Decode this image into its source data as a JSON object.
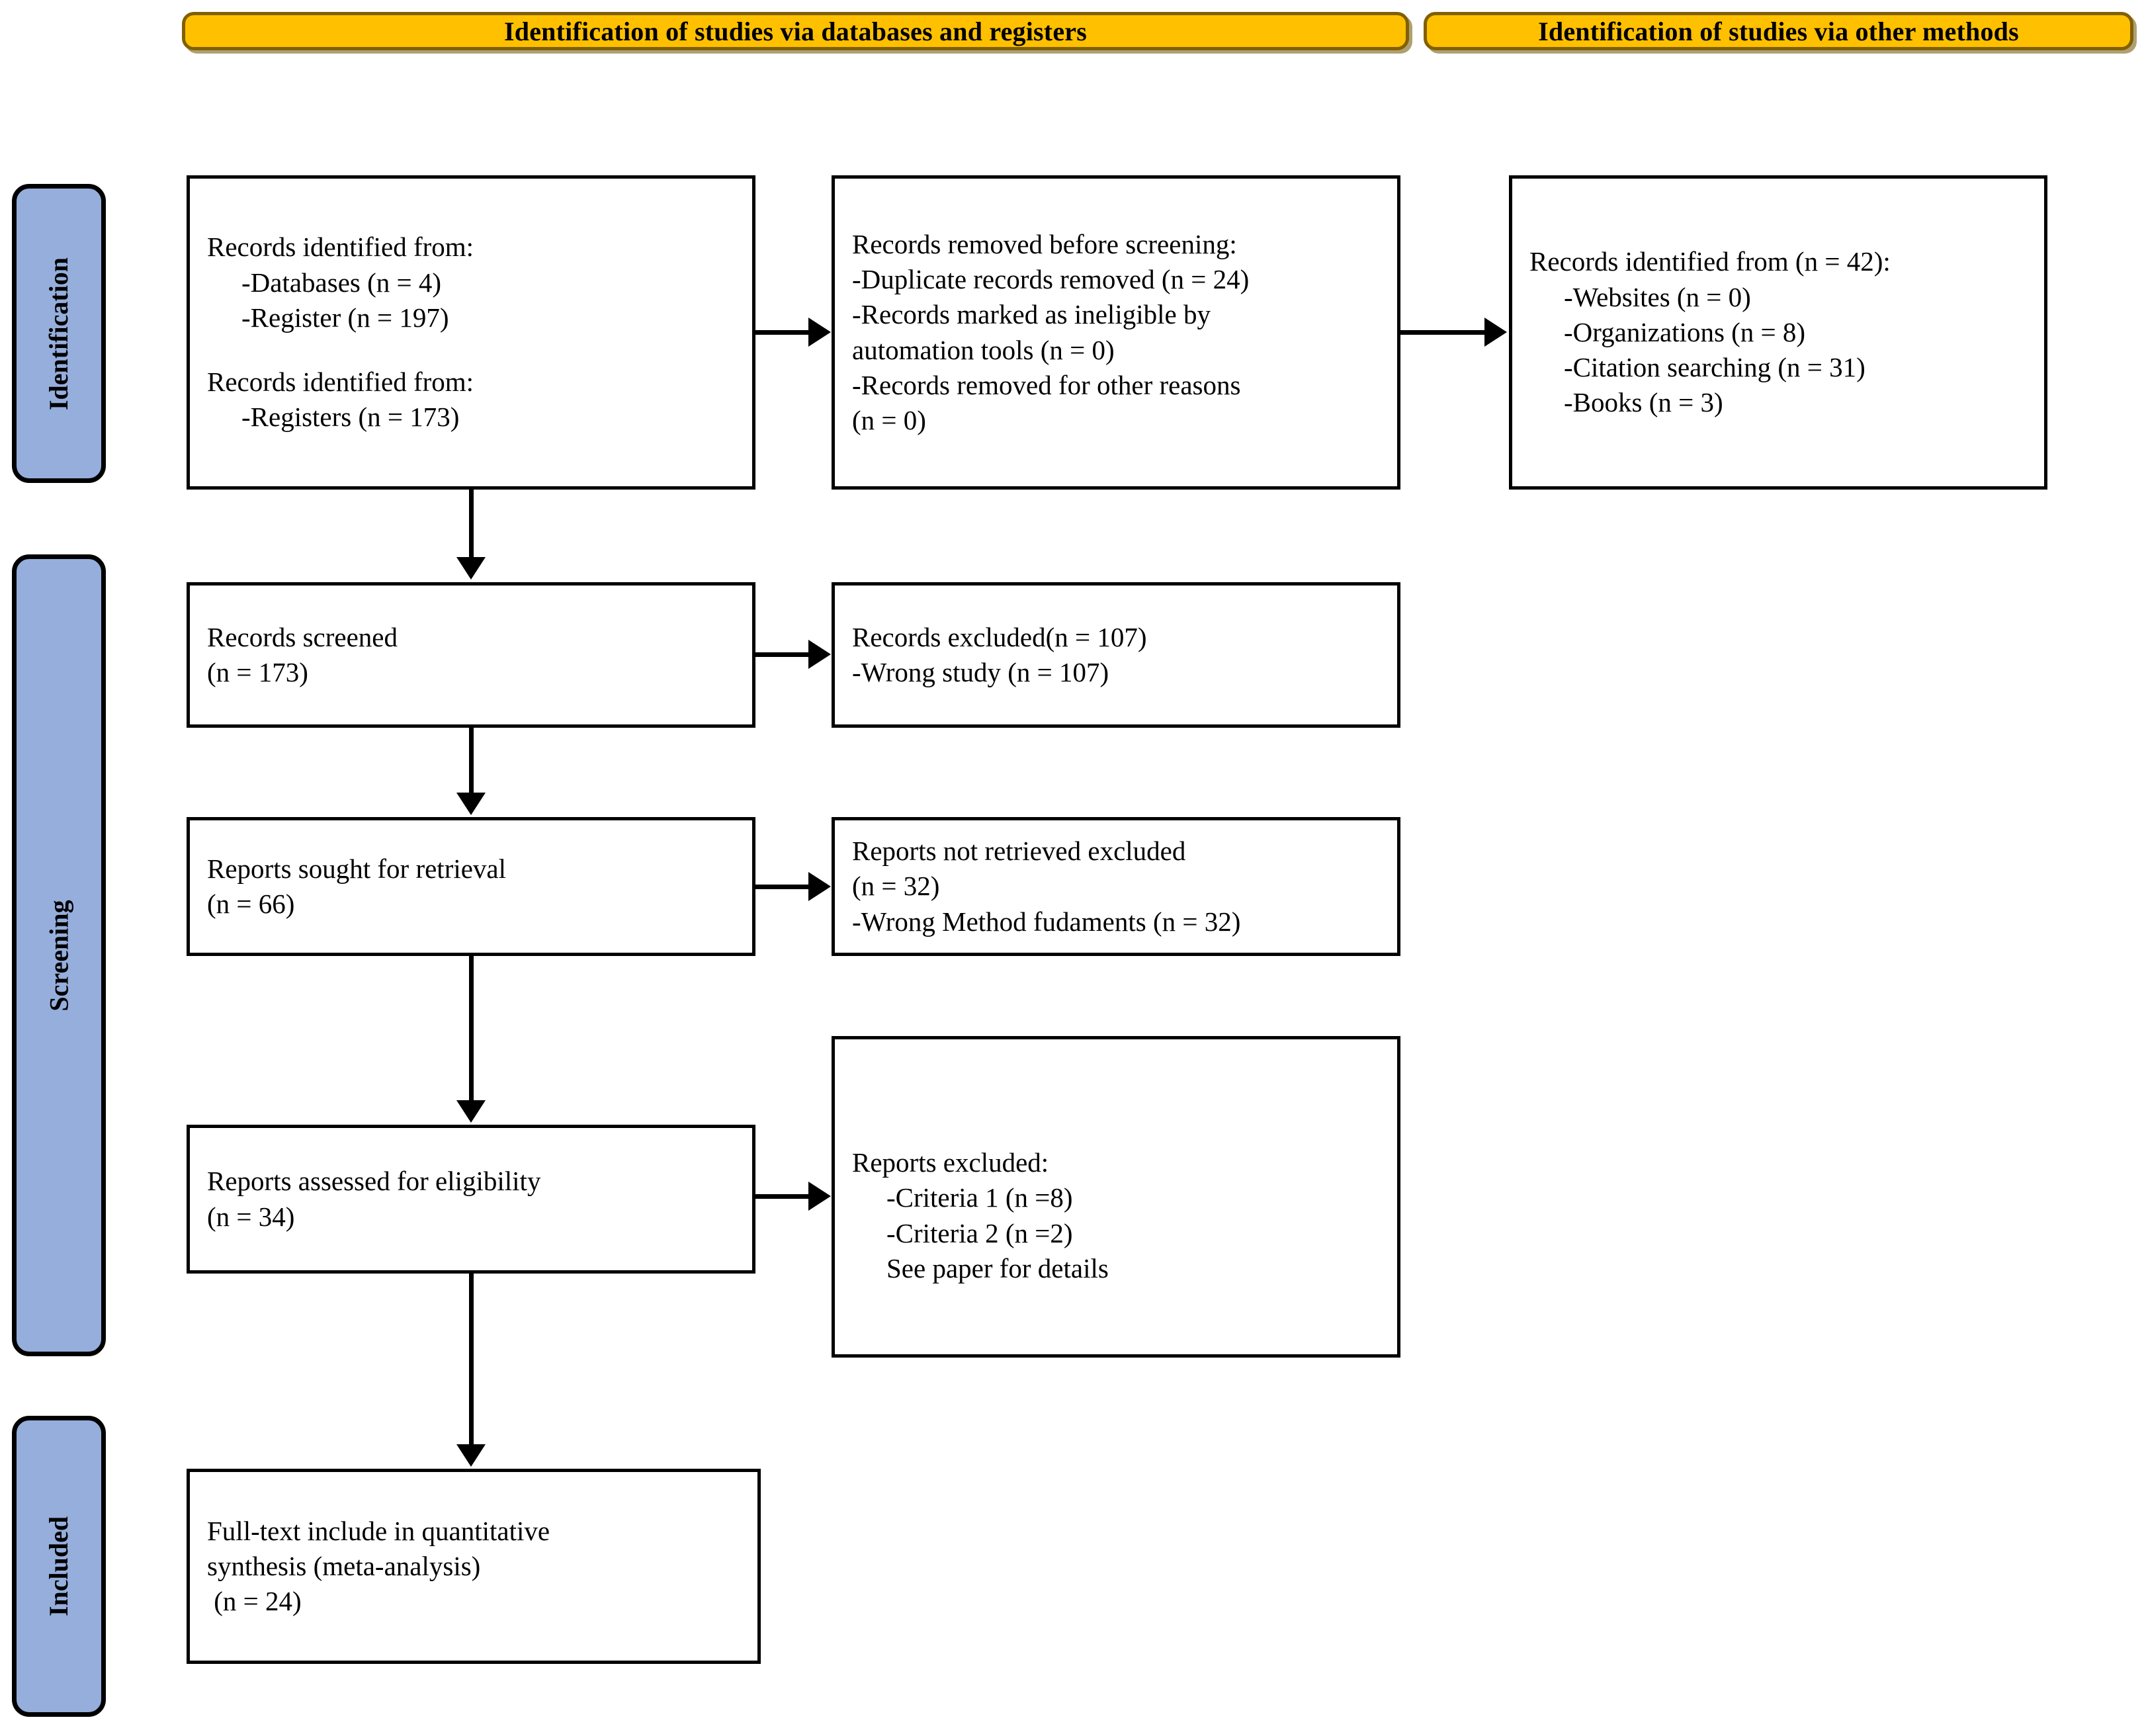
{
  "headers": [
    {
      "id": "databases-registers",
      "label": "Identification of studies via databases and registers"
    },
    {
      "id": "other-methods",
      "label": "Identification of studies via other methods"
    }
  ],
  "stages": [
    {
      "id": "identification",
      "label": "Identification"
    },
    {
      "id": "screening",
      "label": "Screening"
    },
    {
      "id": "included",
      "label": "Included"
    }
  ],
  "boxes": {
    "records_identified": {
      "lines": [
        "Records identified from:",
        "-Databases (n = 4)",
        "-Register (n = 197)",
        "Records identified from:",
        "-Registers (n = 173)"
      ]
    },
    "records_removed": {
      "l0a": "Records removed ",
      "l0b": "before screening",
      "l0c": ":",
      "lines": [
        "-Duplicate records removed (n = 24)",
        "-Records marked as ineligible by",
        "automation tools (n = 0)",
        "-Records removed for other reasons",
        "(n = 0)"
      ]
    },
    "other_methods_identified": {
      "lines": [
        "Records identified from (n = 42):",
        "-Websites (n = 0)",
        "-Organizations (n = 8)",
        "-Citation searching (n = 31)",
        "-Books (n = 3)"
      ]
    },
    "records_screened": {
      "lines": [
        "Records screened",
        "(n = 173)"
      ]
    },
    "records_excluded": {
      "lines": [
        "Records excluded(n = 107)",
        "-Wrong study (n = 107)"
      ]
    },
    "reports_sought": {
      "lines": [
        "Reports sought for retrieval",
        "(n = 66)"
      ]
    },
    "reports_not_retrieved": {
      "lines": [
        "Reports not retrieved excluded",
        "(n = 32)",
        "-Wrong Method fudaments (n = 32)"
      ]
    },
    "reports_assessed": {
      "lines": [
        "Reports assessed for eligibility",
        "(n = 34)"
      ]
    },
    "reports_excluded": {
      "lines": [
        "Reports excluded:",
        "-Criteria 1 (n =8)",
        "-Criteria 2 (n =2)",
        "See paper for details"
      ]
    },
    "included_final": {
      "lines": [
        "Full-text include in quantitative",
        "synthesis (meta-analysis)",
        " (n = 24)"
      ]
    }
  },
  "colors": {
    "header_fill": "#FFC000",
    "header_border": "#806000",
    "stage_fill": "#95AEDC",
    "stage_border": "#000000",
    "box_border": "#000000",
    "text": "#000000"
  }
}
